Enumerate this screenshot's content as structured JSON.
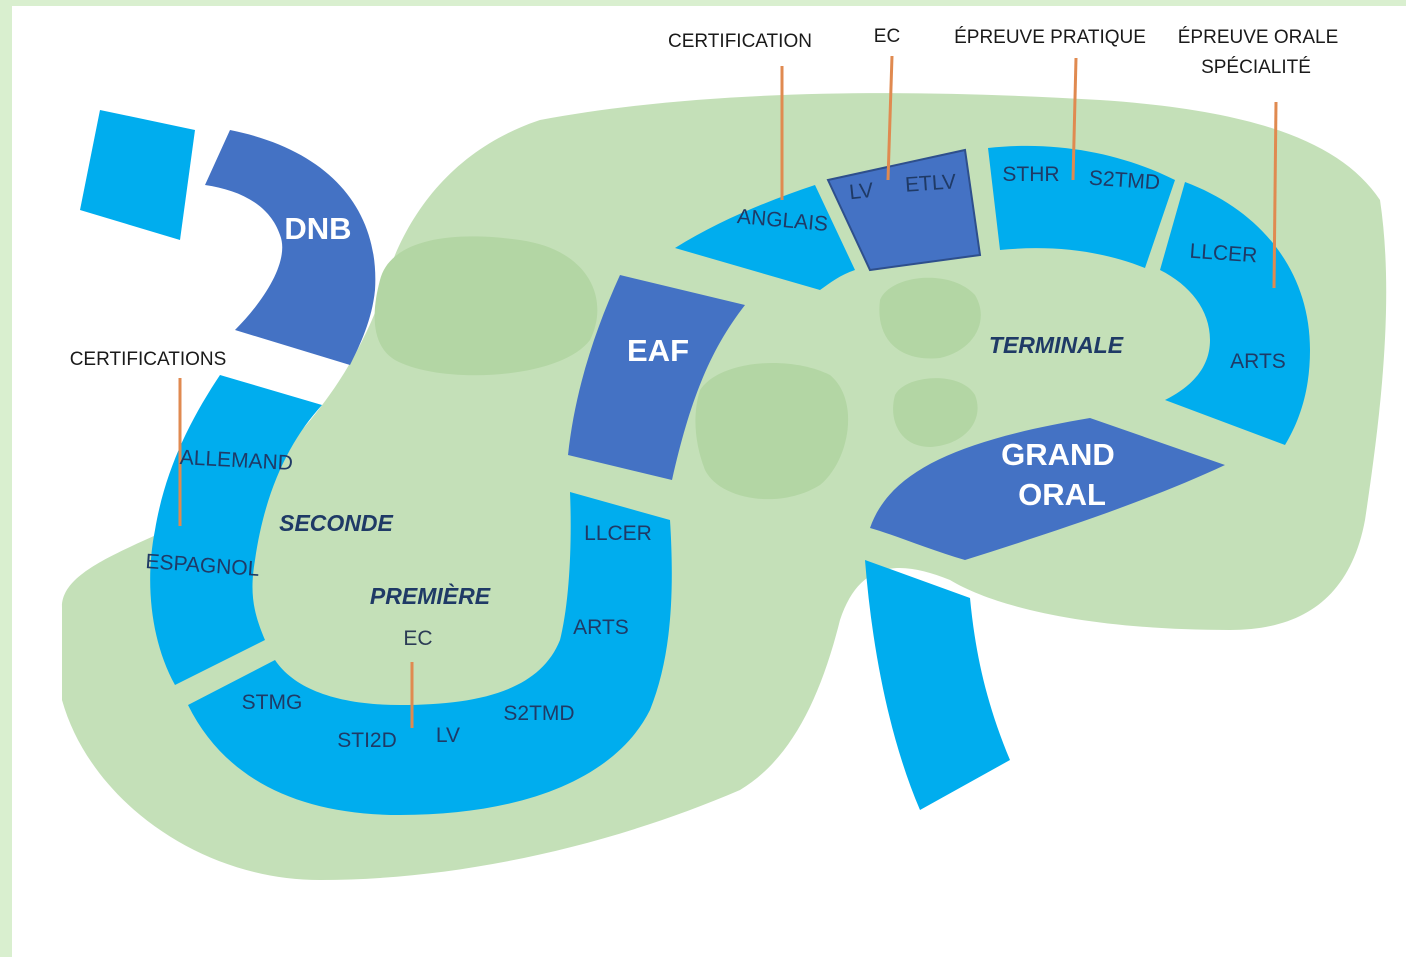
{
  "colors": {
    "page_background": "#d9efcf",
    "land": "#c4e0b8",
    "land_patch": "#b3d6a4",
    "light_road": "#00adee",
    "dark_road": "#4472c4",
    "leader_line": "#e08a50"
  },
  "callouts": {
    "certifications_left": "CERTIFICATIONS",
    "certification_top": "CERTIFICATION",
    "ec_top": "EC",
    "epreuve_pratique": "ÉPREUVE PRATIQUE",
    "epreuve_orale_line1": "ÉPREUVE ORALE",
    "epreuve_orale_line2": "SPÉCIALITÉ"
  },
  "milestones": {
    "dnb": "DNB",
    "eaf": "EAF",
    "grand_oral_line1": "GRAND",
    "grand_oral_line2": "ORAL"
  },
  "years": {
    "seconde": "SECONDE",
    "premiere": "PREMIÈRE",
    "terminale": "TERMINALE"
  },
  "seconde_options": {
    "allemand": "ALLEMAND",
    "espagnol": "ESPAGNOL"
  },
  "premiere_options": {
    "stmg": "STMG",
    "sti2d": "STI2D",
    "lv": "LV",
    "s2tmd": "S2TMD",
    "arts": "ARTS",
    "llcer": "LLCER",
    "ec": "EC"
  },
  "terminale_options": {
    "anglais": "ANGLAIS",
    "lv": "LV",
    "etlv": "ETLV",
    "sthr": "STHR",
    "s2tmd": "S2TMD",
    "llcer": "LLCER",
    "arts": "ARTS"
  }
}
